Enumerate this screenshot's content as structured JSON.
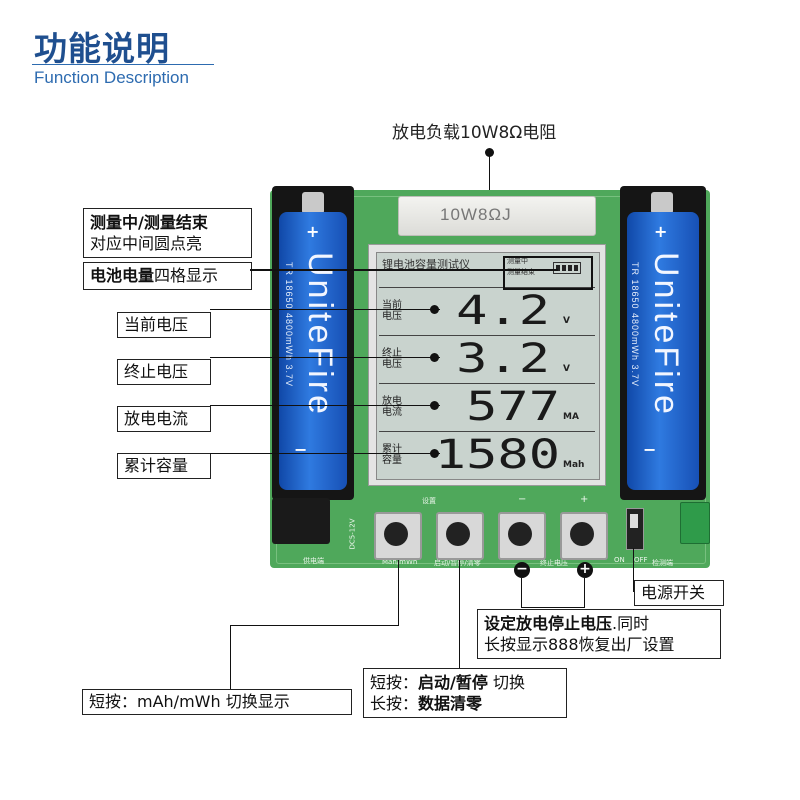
{
  "header": {
    "title": "功能说明",
    "subtitle": "Function Description"
  },
  "load": {
    "label": "放电负载10W8Ω电阻",
    "resistor_marking": "10W8ΩJ"
  },
  "battery": {
    "brand": "UniteFire",
    "spec": "TR 18650 4800mWh 3.7V",
    "plus": "+",
    "minus": "−"
  },
  "lcd": {
    "header": "锂电池容量测试仪",
    "status_measuring": "测量中",
    "status_end": "测量结束",
    "battery_bars": 4,
    "rows": [
      {
        "label_top": "当前",
        "label_bottom": "电压",
        "value": "4.2",
        "unit": "V"
      },
      {
        "label_top": "终止",
        "label_bottom": "电压",
        "value": "3.2",
        "unit": "V"
      },
      {
        "label_top": "放电",
        "label_bottom": "电流",
        "value": "577",
        "unit": "MA"
      },
      {
        "label_top": "累计",
        "label_bottom": "容量",
        "value": "1580",
        "unit": "Mah"
      }
    ]
  },
  "pcb": {
    "setting_label": "设置",
    "minus_label": "−",
    "plus_label": "+",
    "power_in": "供电端",
    "power_in_spec": "DC5-12V",
    "detect": "检测端",
    "btn1": "Mah/mWh",
    "btn2": "启动/暂停/清零",
    "btn4": "终止电压",
    "switch_on": "ON",
    "switch_off": "OFF"
  },
  "callouts": {
    "measure_bold": "测量中/测量结束",
    "measure_sub": "对应中间圆点亮",
    "battery_bold": "电池电量",
    "battery_rest": "四格显示",
    "current_voltage": "当前电压",
    "end_voltage": "终止电压",
    "discharge_current": "放电电流",
    "total_capacity": "累计容量",
    "power_switch": "电源开关",
    "set_bold": "设定放电停止电压",
    "set_rest": ".同时",
    "set_line2": "长按显示888恢复出厂设置",
    "start_prefix": "短按：",
    "start_bold": "启动/暂停",
    "start_rest": " 切换",
    "clear_prefix": "长按：",
    "clear_bold": "数据清零",
    "mah_text": "短按：mAh/mWh  切换显示"
  },
  "colors": {
    "title": "#1f4f8f",
    "pcb": "#4fa85b",
    "battery": "#2f7ae0",
    "lcd": "#c9d3ce"
  }
}
